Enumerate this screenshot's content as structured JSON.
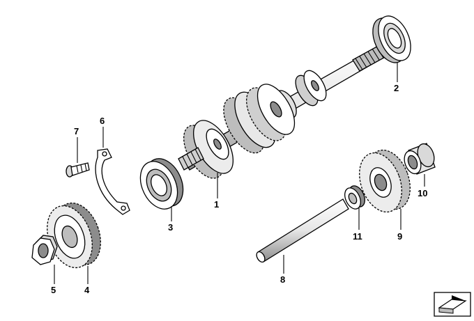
{
  "labels": {
    "p1": "1",
    "p2": "2",
    "p3": "3",
    "p4": "4",
    "p5": "5",
    "p6": "6",
    "p7": "7",
    "p8": "8",
    "p9": "9",
    "p10": "10",
    "p11": "11"
  },
  "colors": {
    "line": "#000000",
    "fill": "#ffffff",
    "shade": "#d9d9d9",
    "dark": "#8c8c8c"
  },
  "icons": {
    "corner": "navigation-arrow-icon"
  }
}
